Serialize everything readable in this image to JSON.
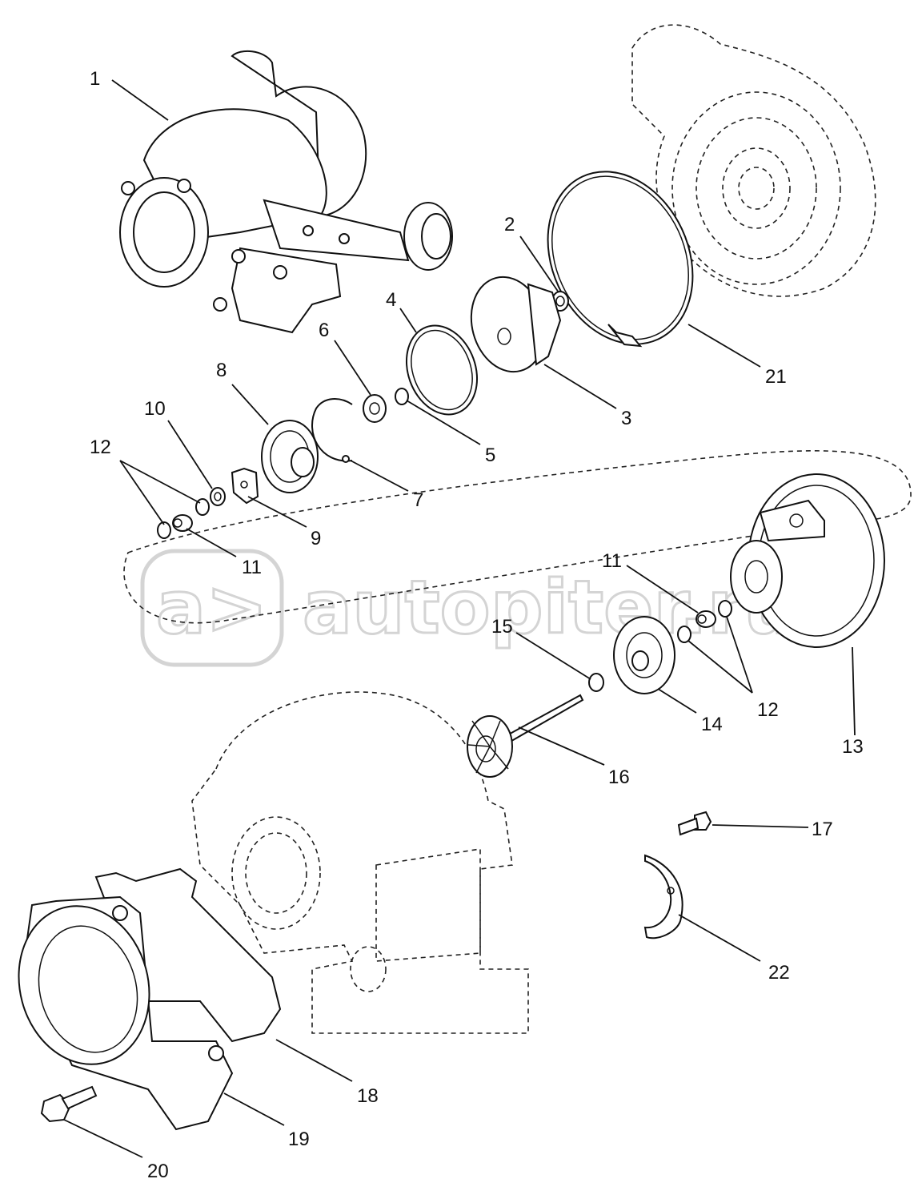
{
  "watermark": {
    "text": "autopiter.ru",
    "logo": "a>",
    "color": "#d4d4d4"
  },
  "callouts": [
    {
      "id": "c1",
      "label": "1"
    },
    {
      "id": "c2",
      "label": "2"
    },
    {
      "id": "c3",
      "label": "3"
    },
    {
      "id": "c4",
      "label": "4"
    },
    {
      "id": "c5",
      "label": "5"
    },
    {
      "id": "c6",
      "label": "6"
    },
    {
      "id": "c7",
      "label": "7"
    },
    {
      "id": "c8",
      "label": "8"
    },
    {
      "id": "c9",
      "label": "9"
    },
    {
      "id": "c10",
      "label": "10"
    },
    {
      "id": "c11a",
      "label": "11"
    },
    {
      "id": "c12a",
      "label": "12"
    },
    {
      "id": "c11b",
      "label": "11"
    },
    {
      "id": "c12b",
      "label": "12"
    },
    {
      "id": "c13",
      "label": "13"
    },
    {
      "id": "c14",
      "label": "14"
    },
    {
      "id": "c15",
      "label": "15"
    },
    {
      "id": "c16",
      "label": "16"
    },
    {
      "id": "c17",
      "label": "17"
    },
    {
      "id": "c18",
      "label": "18"
    },
    {
      "id": "c19",
      "label": "19"
    },
    {
      "id": "c20",
      "label": "20"
    },
    {
      "id": "c21",
      "label": "21"
    },
    {
      "id": "c22",
      "label": "22"
    }
  ],
  "colors": {
    "line": "#111111",
    "background": "#ffffff"
  }
}
